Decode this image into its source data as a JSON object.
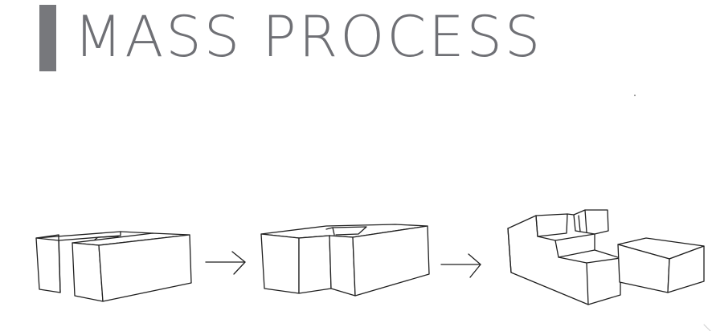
{
  "header": {
    "title": "MASS PROCESS",
    "accent_color": "#77787c",
    "title_color": "#6f7075"
  },
  "diagram": {
    "stages": [
      {
        "name": "stage-1",
        "description": ""
      },
      {
        "name": "stage-2",
        "description": ""
      },
      {
        "name": "stage-3",
        "description": ""
      }
    ],
    "arrows": [
      "arrow-icon",
      "arrow-icon"
    ],
    "line_color": "#1f1f1f"
  }
}
